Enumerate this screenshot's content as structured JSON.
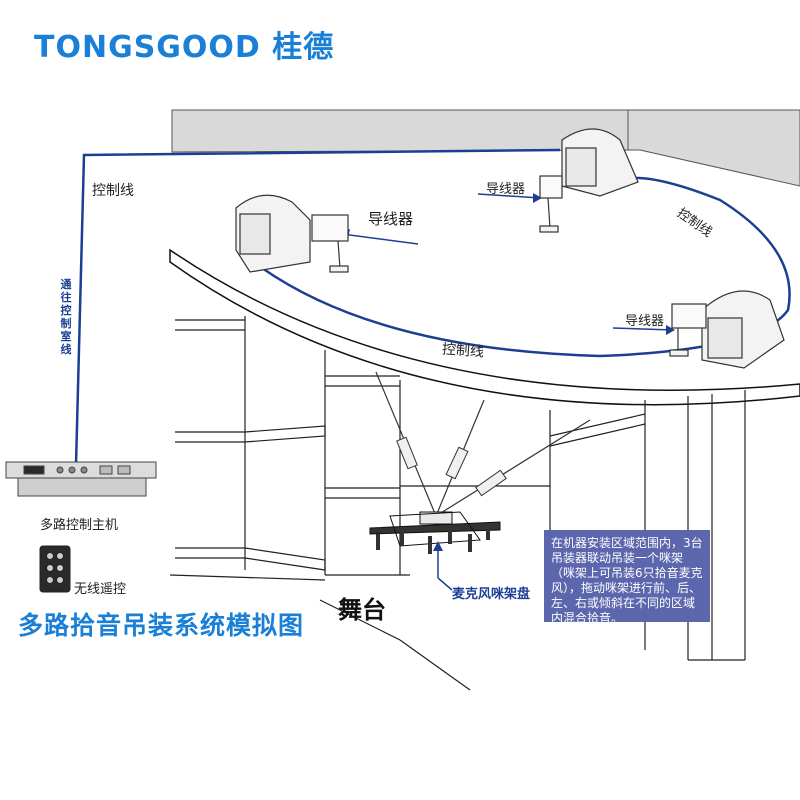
{
  "brand": "TONGSGOOD 桂德",
  "labels": {
    "control_line_left": "控制线",
    "control_line_right": "控制线",
    "control_line_bottom": "控制线",
    "vertical_label": "通往控制室线",
    "guide_1": "导线器",
    "guide_2": "导线器",
    "guide_3": "导线器",
    "rack": "多路控制主机",
    "remote": "无线遥控",
    "title": "多路拾音吊装系统模拟图",
    "stage": "舞台",
    "mic_tray": "麦克风咪架盘"
  },
  "info_box": "在机器安装区域范围内，3台吊装器联动吊装一个咪架（咪架上可吊装6只拾音麦克风），拖动咪架进行前、后、左、右或倾斜在不同的区域内混合拾音。",
  "colors": {
    "brand": "#1a7fd6",
    "cable": "#1c3f94",
    "info_bg": "#5b66ad",
    "ceiling": "#d9d9d9"
  }
}
